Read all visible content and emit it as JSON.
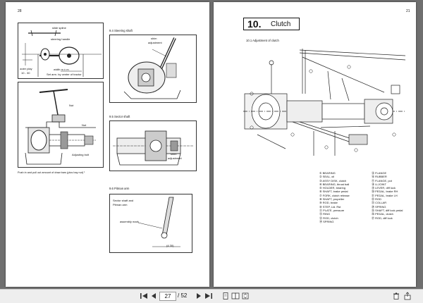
{
  "left_page": {
    "page_number": "28",
    "fig1": {
      "labels": [
        "slide spline",
        "steering handle",
        "width m ± m",
        "Set arm. by center of tractor",
        "outer play",
        "10 - 30"
      ]
    },
    "fig2": {
      "labels": [
        "Nut",
        "Nut",
        "Adjusting bolt"
      ]
    },
    "fig2_caption": "Push in and pull out amount of draw bars (plus bay nut) ¹",
    "section_94": "9.4  Steering shaft",
    "fig3": {
      "labels": [
        "shim",
        "adjustment"
      ]
    },
    "section_95": "9.5  Sector shaft",
    "fig4": {
      "labels": [
        "shim",
        "adjustment"
      ]
    },
    "section_96": "9.6  Pitman arm",
    "fig5": {
      "labels": [
        "Sector shaft and",
        "Pitman arm",
        "assembly mark",
        "(4  30)"
      ]
    }
  },
  "right_page": {
    "page_number": "21",
    "chapter_number": "10.",
    "chapter_title": "Clutch",
    "section_101": "10.1  Adjustment of clutch",
    "parts_left": [
      "① BEARING",
      "② SEAL, oil",
      "③ ASSY DISK, clutch",
      "④ BEARING, thrust ball",
      "⑤ HOLDER, bearing",
      "⑥ SHAFT, brake pedal",
      "⑦ FORK, clutch release",
      "⑧ SHAFT, propeller",
      "⑨ ROD, brake",
      "⑩ STEP, Lid. Rst",
      "⑪ PLATE, pressure",
      "⑫ RING",
      "⑬ ROD, clutch",
      "⑭ SPRING"
    ],
    "parts_right": [
      "⑮ FLANGE",
      "⑯ RUBBER",
      "⑰ FLANGE, pot",
      "⑱ U-JOINT",
      "⑲ LEVER, diff lock",
      "⑳ PEDAL, brake RH",
      "㉑ PEDAL, brake LH",
      "㉒ ROD",
      "㉓ COLLAR",
      "㉔ SPRING",
      "㉕ SHAFT, diff lock pedal",
      "㉖ PEDAL, clutch",
      "㉗ ROD, diff lock"
    ]
  },
  "toolbar": {
    "current_page": "27",
    "total_pages": "/ 52",
    "first_glyph": "⏮",
    "prev_glyph": "◀",
    "next_glyph": "▶",
    "last_glyph": "⏭"
  }
}
